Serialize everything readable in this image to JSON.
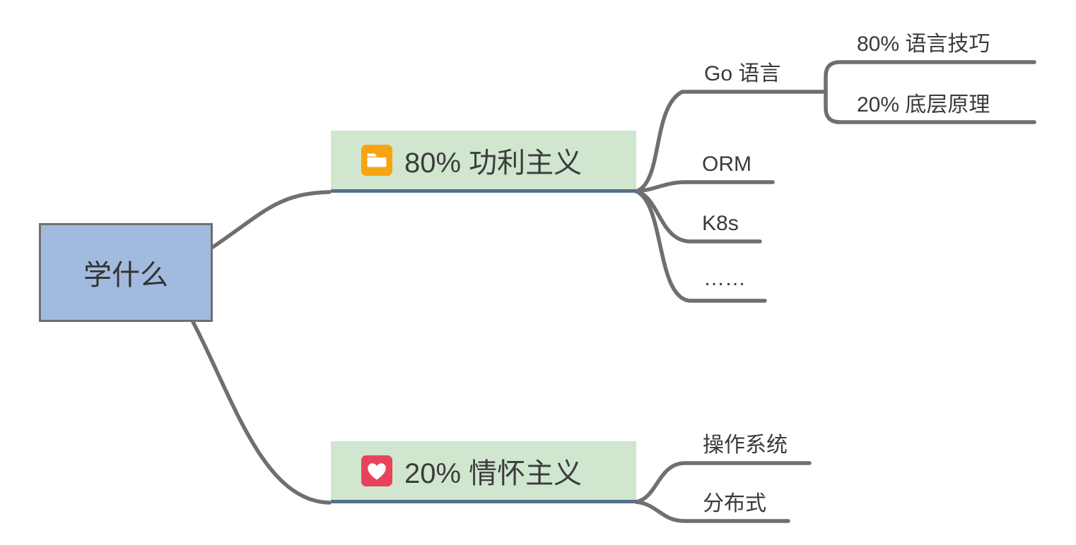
{
  "mindmap": {
    "root": {
      "label": "学什么"
    },
    "branches": [
      {
        "label": "80% 功利主义",
        "icon": "folder-icon",
        "children": [
          {
            "label": "Go 语言",
            "children": [
              {
                "label": "80% 语言技巧"
              },
              {
                "label": "20% 底层原理"
              }
            ]
          },
          {
            "label": "ORM"
          },
          {
            "label": "K8s"
          },
          {
            "label": "……"
          }
        ]
      },
      {
        "label": "20% 情怀主义",
        "icon": "heart-icon",
        "children": [
          {
            "label": "操作系统"
          },
          {
            "label": "分布式"
          }
        ]
      }
    ]
  },
  "colors": {
    "root_fill": "#a2bade",
    "root_border": "#6f6f6f",
    "branch_fill": "#d0e6cf",
    "branch_underline": "#54718c",
    "connector": "#6f6f6f",
    "text": "#3a3a3a",
    "folder_icon_bg": "#f5a511",
    "heart_icon_bg": "#e8435c",
    "icon_glyph": "#ffffff"
  }
}
